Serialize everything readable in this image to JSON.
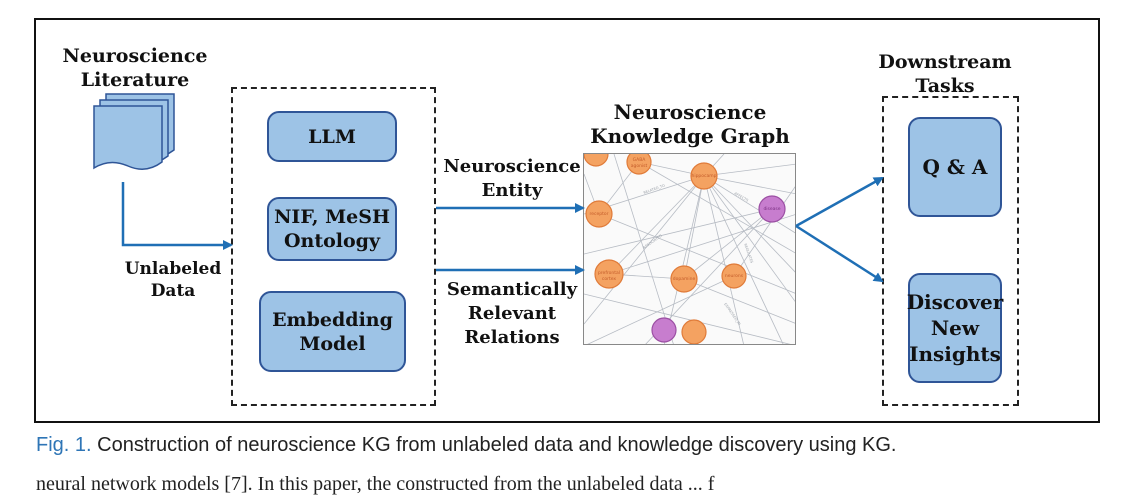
{
  "left_title": [
    "Neuroscience",
    "Literature"
  ],
  "unlabeled": [
    "Unlabeled",
    "Data"
  ],
  "tools": {
    "llm": [
      "LLM"
    ],
    "ontology": [
      "NIF, MeSH",
      "Ontology"
    ],
    "embedding": [
      "Embedding",
      "Model"
    ]
  },
  "edge_labels": {
    "entity": [
      "Neuroscience",
      "Entity"
    ],
    "relations": [
      "Semantically",
      "Relevant",
      "Relations"
    ]
  },
  "graph_title": [
    "Neuroscience",
    "Knowledge Graph"
  ],
  "downstream_title": [
    "Downstream",
    "Tasks"
  ],
  "tasks": {
    "qa": [
      "Q & A"
    ],
    "discover": [
      "Discover",
      "New",
      "Insights"
    ]
  },
  "caption": {
    "fig": "Fig. 1.",
    "text": " Construction of neuroscience KG from unlabeled data and knowledge discovery using KG."
  },
  "cut_line": "neural network models [7]. In this paper, the constructed from the unlabeled data ... f",
  "colors": {
    "box_fill": "#9dc3e6",
    "box_border": "#2f5597",
    "arrow": "#1f6fb5",
    "node_orange": "#f4a261",
    "node_purple": "#c77dce",
    "caption_fig": "#2e75b6"
  }
}
